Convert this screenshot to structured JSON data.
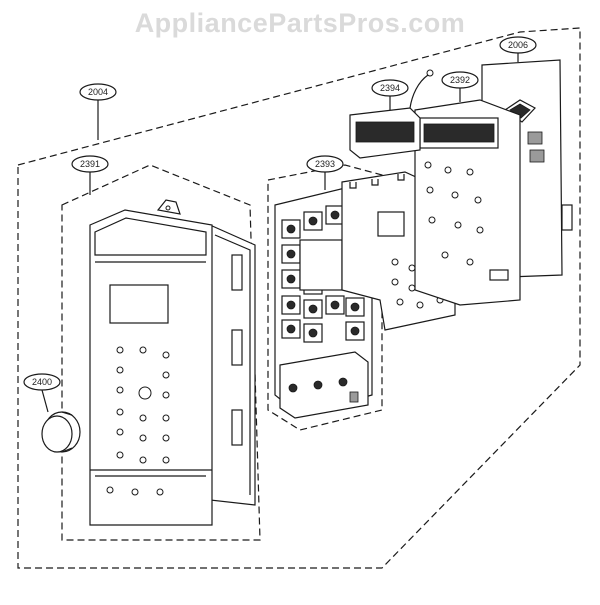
{
  "watermark": "AppliancePartsPros.com",
  "callouts": [
    {
      "id": "c2006",
      "label": "2006"
    },
    {
      "id": "c2394",
      "label": "2394"
    },
    {
      "id": "c2392",
      "label": "2392"
    },
    {
      "id": "c2004",
      "label": "2004"
    },
    {
      "id": "c2391",
      "label": "2391"
    },
    {
      "id": "c2393",
      "label": "2393"
    },
    {
      "id": "c2400",
      "label": "2400"
    }
  ]
}
